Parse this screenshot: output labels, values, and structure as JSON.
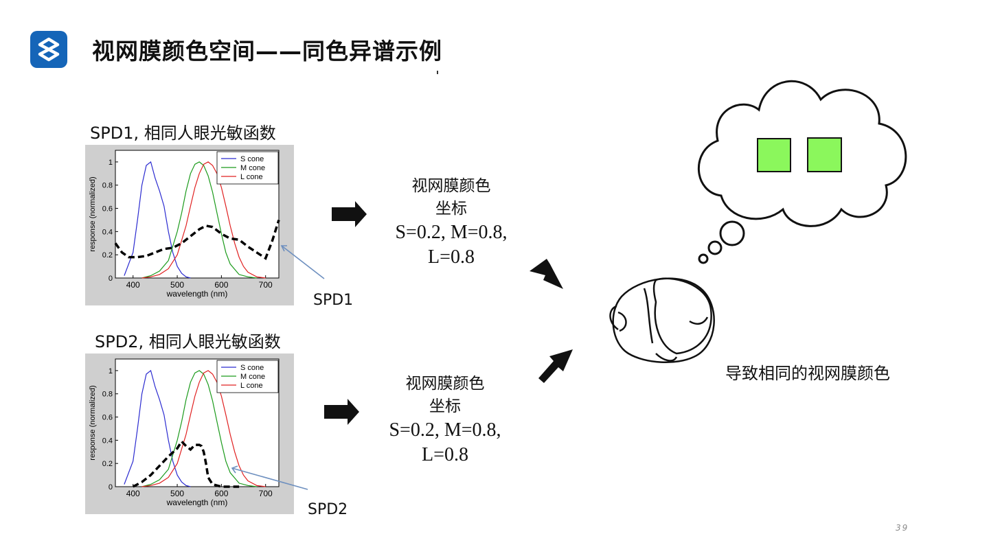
{
  "slide": {
    "title": "视网膜颜色空间——同色异谱示例",
    "page_number": "39",
    "result_text": "导致相同的视网膜颜色",
    "accent_color": "#1565b8",
    "logo_icon": "s-logo-icon"
  },
  "panels": [
    {
      "label": "SPD1, 相同人眼光敏函数",
      "callout": "SPD1",
      "coord_line1": "视网膜颜色",
      "coord_line2": "坐标",
      "coord_line3": "S=0.2, M=0.8,",
      "coord_line4": "L=0.8"
    },
    {
      "label": "SPD2, 相同人眼光敏函数",
      "callout": "SPD2",
      "coord_line1": "视网膜颜色",
      "coord_line2": "坐标",
      "coord_line3": "S=0.2, M=0.8,",
      "coord_line4": "L=0.8"
    }
  ],
  "chart_data": [
    {
      "type": "line",
      "xlabel": "wavelength (nm)",
      "ylabel": "response (normalized)",
      "xlim": [
        360,
        730
      ],
      "ylim": [
        0,
        1.1
      ],
      "xticks": [
        400,
        500,
        600,
        700
      ],
      "yticks": [
        0,
        0.2,
        0.4,
        0.6,
        0.8,
        1
      ],
      "legend_position": "top-right",
      "series": [
        {
          "name": "S cone",
          "color": "#2a2ad0",
          "style": "solid",
          "x": [
            380,
            400,
            410,
            420,
            430,
            440,
            450,
            460,
            470,
            480,
            490,
            500,
            510,
            520,
            530
          ],
          "y": [
            0.02,
            0.22,
            0.5,
            0.8,
            0.97,
            1.0,
            0.86,
            0.75,
            0.62,
            0.4,
            0.22,
            0.1,
            0.04,
            0.01,
            0
          ]
        },
        {
          "name": "M cone",
          "color": "#1a9a1a",
          "style": "solid",
          "x": [
            420,
            440,
            460,
            480,
            500,
            510,
            520,
            530,
            540,
            550,
            560,
            570,
            580,
            590,
            600,
            610,
            620,
            640,
            660,
            680
          ],
          "y": [
            0,
            0.02,
            0.06,
            0.15,
            0.4,
            0.56,
            0.75,
            0.9,
            0.98,
            1.0,
            0.97,
            0.88,
            0.74,
            0.56,
            0.38,
            0.22,
            0.12,
            0.03,
            0.01,
            0
          ]
        },
        {
          "name": "L cone",
          "color": "#e02020",
          "style": "solid",
          "x": [
            420,
            440,
            460,
            480,
            500,
            520,
            530,
            540,
            550,
            560,
            570,
            580,
            590,
            600,
            610,
            620,
            630,
            640,
            650,
            660,
            680,
            700
          ],
          "y": [
            0,
            0.01,
            0.03,
            0.08,
            0.2,
            0.45,
            0.62,
            0.78,
            0.9,
            0.98,
            1.0,
            0.97,
            0.9,
            0.78,
            0.62,
            0.45,
            0.3,
            0.18,
            0.1,
            0.05,
            0.01,
            0
          ]
        },
        {
          "name": "SPD1",
          "color": "#000000",
          "style": "dashed",
          "x": [
            360,
            375,
            390,
            410,
            430,
            450,
            470,
            490,
            510,
            530,
            550,
            565,
            580,
            600,
            620,
            640,
            660,
            680,
            700,
            715,
            730
          ],
          "y": [
            0.3,
            0.22,
            0.18,
            0.18,
            0.19,
            0.22,
            0.25,
            0.26,
            0.3,
            0.36,
            0.42,
            0.45,
            0.44,
            0.38,
            0.34,
            0.33,
            0.27,
            0.22,
            0.17,
            0.32,
            0.5
          ]
        }
      ]
    },
    {
      "type": "line",
      "xlabel": "wavelength (nm)",
      "ylabel": "response (normalized)",
      "xlim": [
        360,
        730
      ],
      "ylim": [
        0,
        1.1
      ],
      "xticks": [
        400,
        500,
        600,
        700
      ],
      "yticks": [
        0,
        0.2,
        0.4,
        0.6,
        0.8,
        1
      ],
      "legend_position": "top-right",
      "series": [
        {
          "name": "S cone",
          "color": "#2a2ad0",
          "style": "solid",
          "x": [
            380,
            400,
            410,
            420,
            430,
            440,
            450,
            460,
            470,
            480,
            490,
            500,
            510,
            520,
            530
          ],
          "y": [
            0.02,
            0.22,
            0.5,
            0.8,
            0.97,
            1.0,
            0.86,
            0.75,
            0.62,
            0.4,
            0.22,
            0.1,
            0.04,
            0.01,
            0
          ]
        },
        {
          "name": "M cone",
          "color": "#1a9a1a",
          "style": "solid",
          "x": [
            420,
            440,
            460,
            480,
            500,
            510,
            520,
            530,
            540,
            550,
            560,
            570,
            580,
            590,
            600,
            610,
            620,
            640,
            660,
            680
          ],
          "y": [
            0,
            0.02,
            0.06,
            0.15,
            0.4,
            0.56,
            0.75,
            0.9,
            0.98,
            1.0,
            0.97,
            0.88,
            0.74,
            0.56,
            0.38,
            0.22,
            0.12,
            0.03,
            0.01,
            0
          ]
        },
        {
          "name": "L cone",
          "color": "#e02020",
          "style": "solid",
          "x": [
            420,
            440,
            460,
            480,
            500,
            520,
            530,
            540,
            550,
            560,
            570,
            580,
            590,
            600,
            610,
            620,
            630,
            640,
            650,
            660,
            680,
            700
          ],
          "y": [
            0,
            0.01,
            0.03,
            0.08,
            0.2,
            0.45,
            0.62,
            0.78,
            0.9,
            0.98,
            1.0,
            0.97,
            0.9,
            0.78,
            0.62,
            0.45,
            0.3,
            0.18,
            0.1,
            0.05,
            0.01,
            0
          ]
        },
        {
          "name": "SPD2",
          "color": "#000000",
          "style": "dashed",
          "x": [
            400,
            420,
            440,
            460,
            480,
            500,
            510,
            520,
            530,
            540,
            550,
            555,
            560,
            565,
            570,
            580,
            600,
            620,
            640
          ],
          "y": [
            0,
            0.04,
            0.1,
            0.18,
            0.26,
            0.33,
            0.39,
            0.35,
            0.32,
            0.36,
            0.36,
            0.35,
            0.3,
            0.2,
            0.08,
            0.02,
            0,
            0,
            0
          ]
        }
      ]
    }
  ]
}
